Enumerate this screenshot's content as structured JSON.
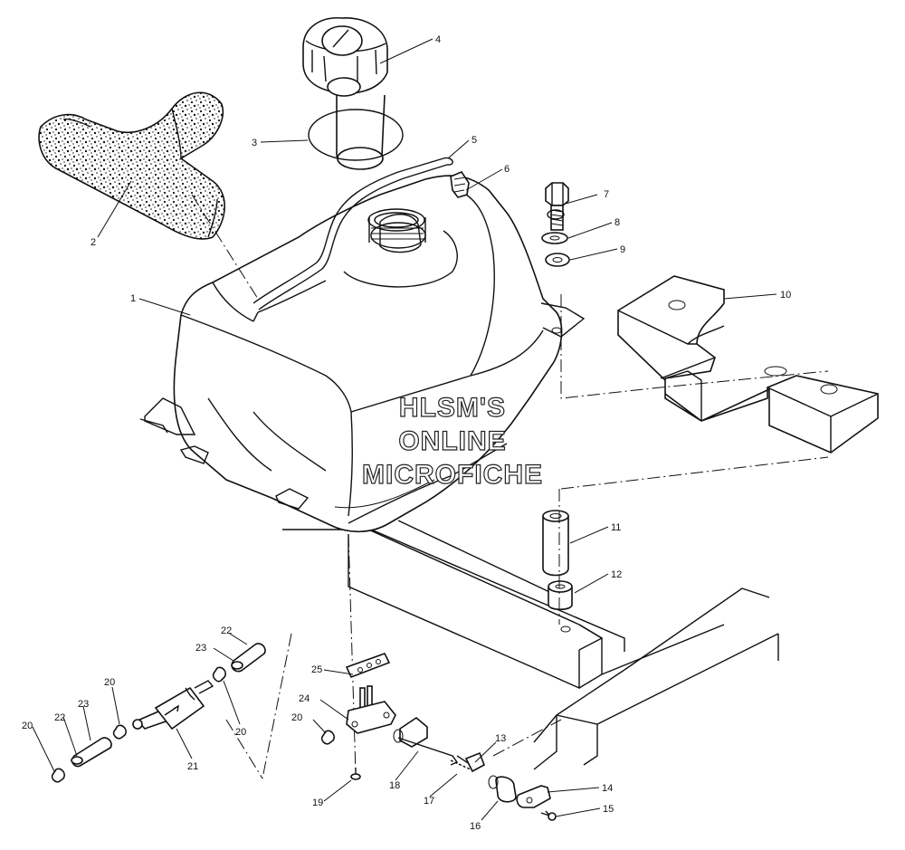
{
  "watermark": {
    "line1": "HLSM'S",
    "line2": "ONLINE",
    "line3": "MICROFICHE"
  },
  "callouts": [
    "1",
    "2",
    "3",
    "4",
    "5",
    "6",
    "7",
    "8",
    "9",
    "10",
    "11",
    "12",
    "13",
    "14",
    "15",
    "16",
    "17",
    "18",
    "19",
    "20",
    "20",
    "20",
    "20",
    "21",
    "22",
    "22",
    "23",
    "23",
    "24",
    "25"
  ]
}
